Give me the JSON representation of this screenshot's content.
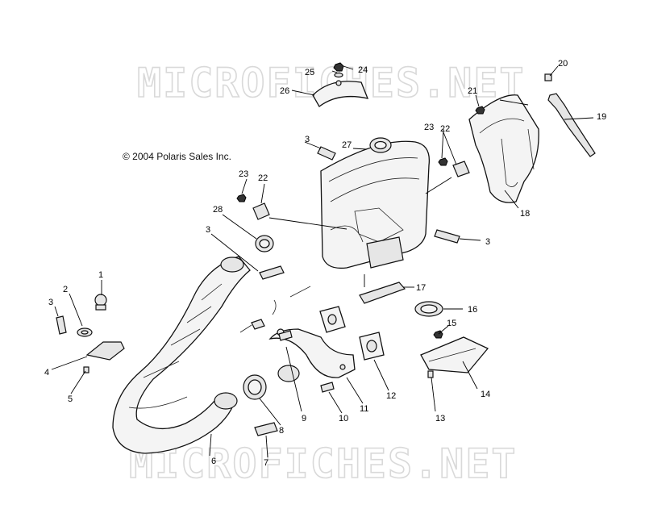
{
  "diagram": {
    "watermark": "MICROFICHES.NET",
    "copyright": "© 2004 Polaris Sales Inc.",
    "callouts": {
      "c1": "1",
      "c2": "2",
      "c3": "3",
      "c4": "4",
      "c5": "5",
      "c6": "6",
      "c7": "7",
      "c8": "8",
      "c9": "9",
      "c10": "10",
      "c11": "11",
      "c12": "12",
      "c13": "13",
      "c14": "14",
      "c15": "15",
      "c16": "16",
      "c17": "17",
      "c18": "18",
      "c19": "19",
      "c20": "20",
      "c21": "21",
      "c22": "22",
      "c23": "23",
      "c24": "24",
      "c25": "25",
      "c26": "26",
      "c27": "27",
      "c28": "28"
    }
  }
}
